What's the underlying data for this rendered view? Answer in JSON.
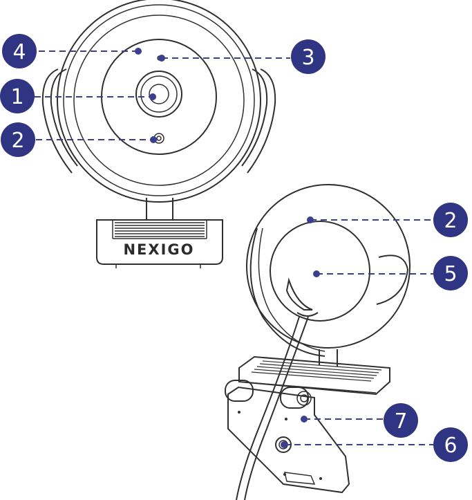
{
  "brand": {
    "logo_text": "NEXIGO"
  },
  "callouts": [
    {
      "id": "front-4",
      "label": "4"
    },
    {
      "id": "front-3",
      "label": "3"
    },
    {
      "id": "front-1",
      "label": "1"
    },
    {
      "id": "front-2",
      "label": "2"
    },
    {
      "id": "back-2",
      "label": "2"
    },
    {
      "id": "back-5",
      "label": "5"
    },
    {
      "id": "back-7",
      "label": "7"
    },
    {
      "id": "back-6",
      "label": "6"
    }
  ],
  "colors": {
    "callout_fill": "#2f3582",
    "leader_line": "#3a3f8f",
    "outline": "#2f2f2f"
  }
}
